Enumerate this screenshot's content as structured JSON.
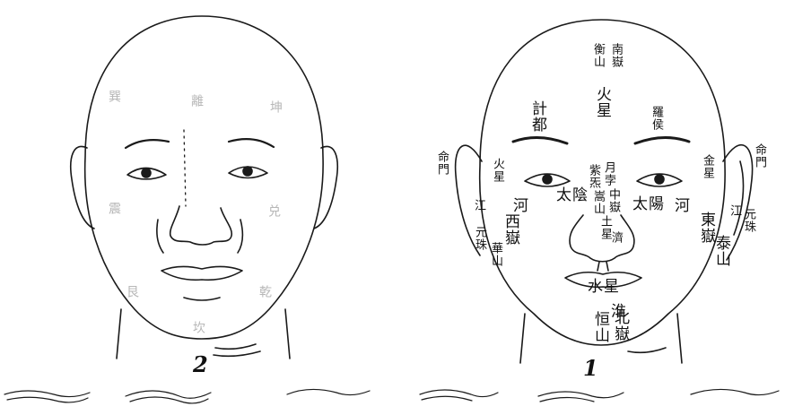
{
  "figure_numbers": {
    "left": "2",
    "right": "1"
  },
  "left_face_labels": {
    "top_left": "巽",
    "top_center": "離",
    "top_right": "坤",
    "mid_left": "震",
    "mid_right": "兑",
    "lower_left": "艮",
    "lower_right": "乾",
    "bottom_center": "坎"
  },
  "right_face_labels": {
    "nan_yue": "南嶽",
    "heng_shan": "衡山",
    "huo_xing_top": "火星",
    "ji_du": "計都",
    "luo_hou": "羅侯",
    "jin_xing": "金星",
    "ming_men_left": "命門",
    "ming_men_right": "命門",
    "huo_xing_side": "火星",
    "yue_bei": "月孛",
    "zi_qi": "紫炁",
    "zhong_yue": "中嶽",
    "song_shan": "嵩山",
    "tu_xing": "土星",
    "ji_tu": "濟",
    "tai_yin": "太陰",
    "he_left": "河",
    "tai_yang": "太陽",
    "he_right": "河",
    "jiang_left": "江",
    "jiang_right": "江",
    "yuan_zhu_left": "元珠",
    "yuan_zhu_right": "元珠",
    "xi_yue": "西嶽",
    "hua_shan": "華山",
    "dong_yue": "東嶽",
    "tai_shan": "泰山",
    "shui_xing": "水星",
    "huai": "淮",
    "bei_yue": "北嶽",
    "heng_shan_north": "恒山"
  }
}
